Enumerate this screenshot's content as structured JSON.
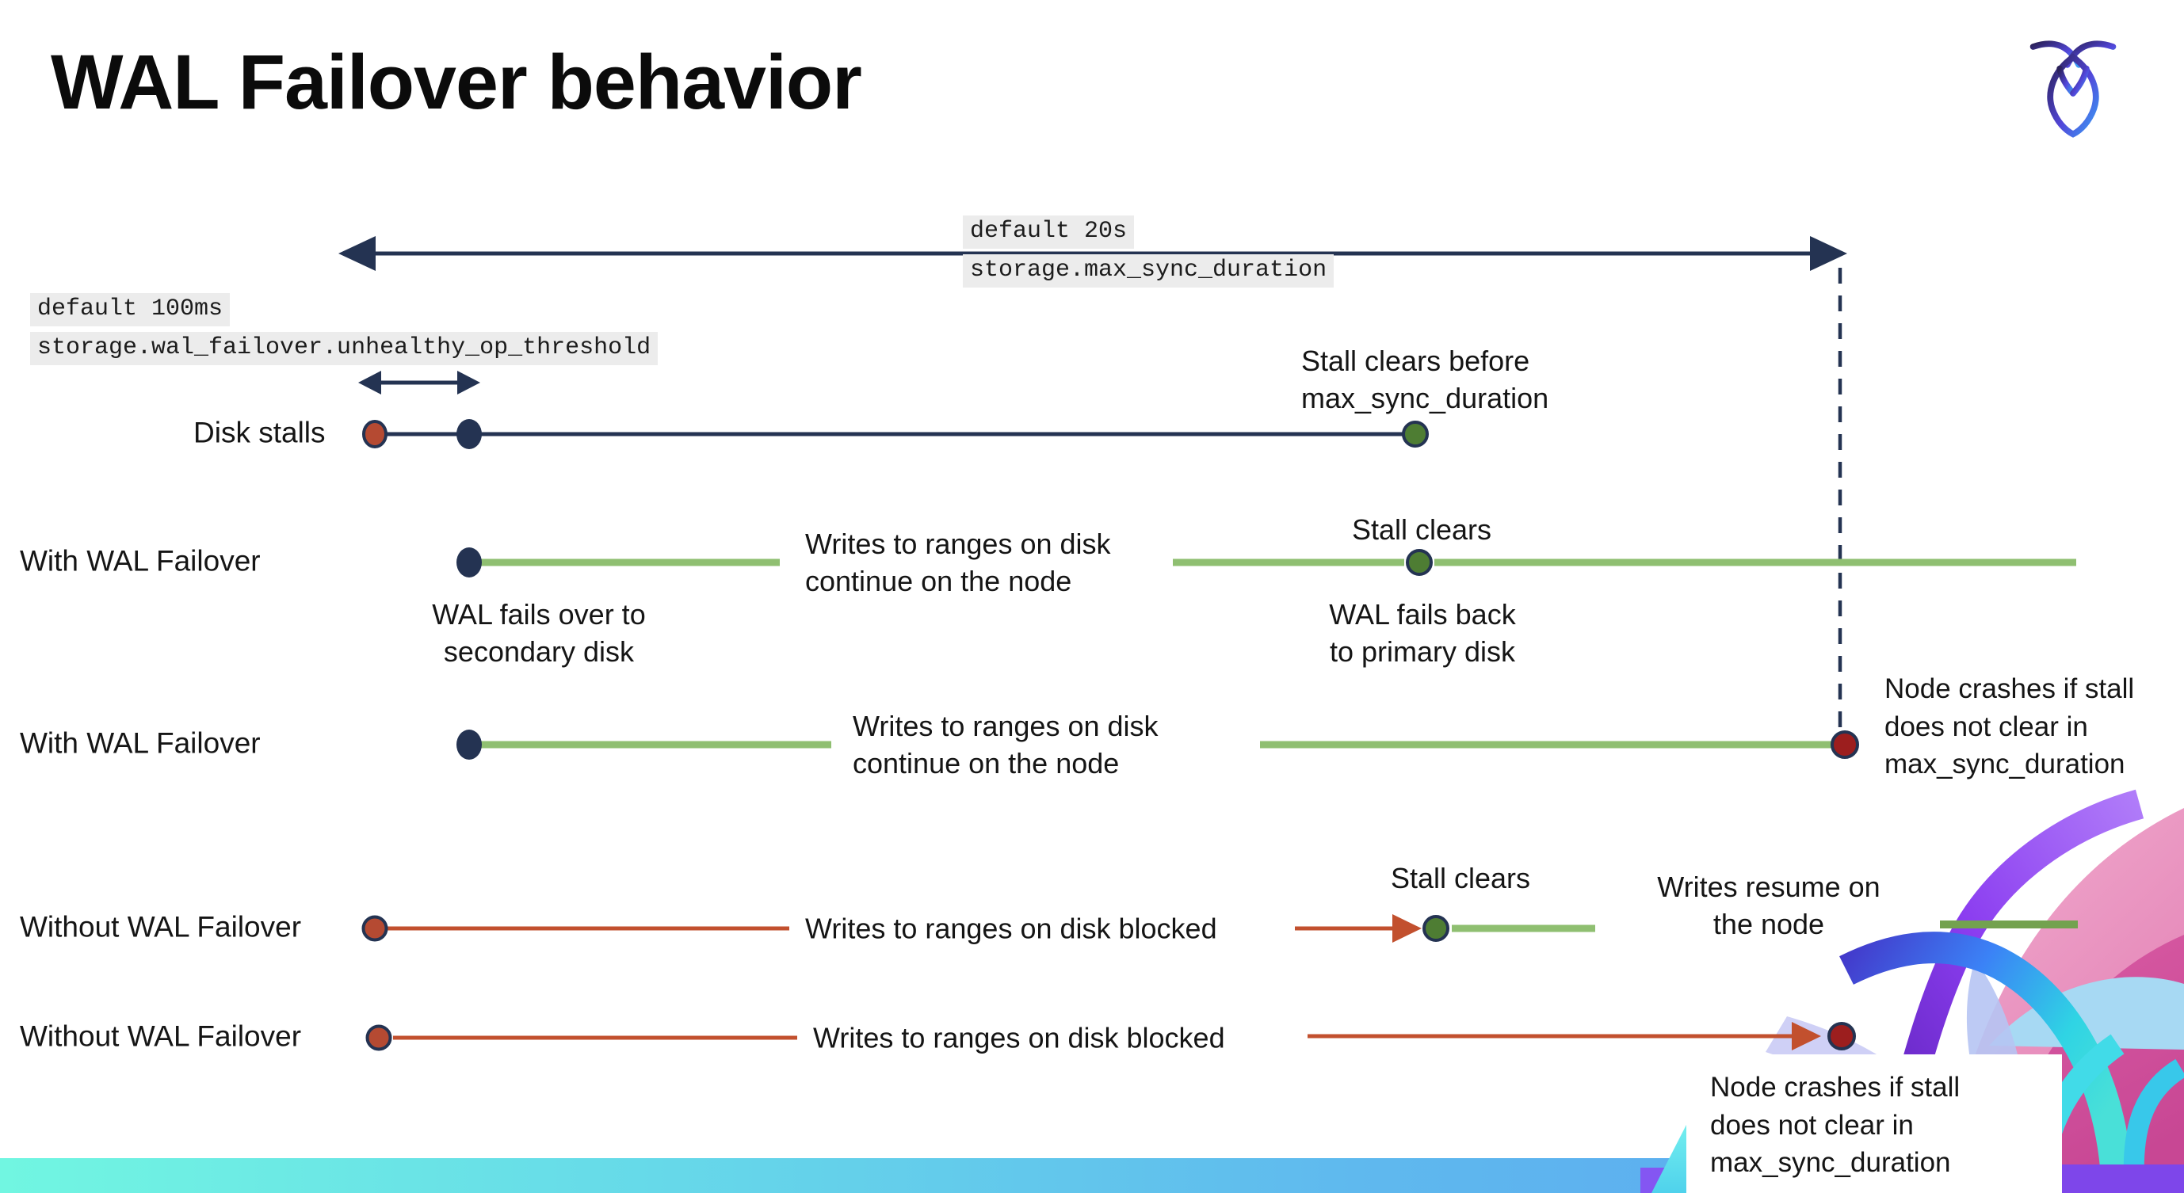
{
  "title": "WAL Failover behavior",
  "logo": "cockroachdb-logo-mark",
  "colors": {
    "navy": "#243352",
    "green_line": "#8fbf71",
    "green_dot": "#4e7d33",
    "red_line": "#c2502e",
    "red_dot": "#b54a32",
    "dark_red_dot": "#9c1e1e",
    "label_highlight": "#ececec",
    "bar_gradient_left": "#71f6e1",
    "bar_gradient_right": "#5aa2f1"
  },
  "config_labels": {
    "max_sync_default": "default 20s",
    "max_sync_setting": "storage.max_sync_duration",
    "threshold_default": "default 100ms",
    "threshold_setting": "storage.wal_failover.unhealthy_op_threshold"
  },
  "row_labels": {
    "disk_stalls": "Disk stalls",
    "with_wal_1": "With WAL Failover",
    "with_wal_2": "With WAL Failover",
    "without_wal_1": "Without WAL Failover",
    "without_wal_2": "Without WAL Failover"
  },
  "notes": {
    "stall_clears_before": "Stall clears before\nmax_sync_duration",
    "wal_fails_over": "WAL fails over to\nsecondary disk",
    "stall_clears_1": "Stall clears",
    "wal_fails_back": "WAL fails  back\nto primary disk",
    "writes_continue_1": "Writes to ranges on disk\ncontinue on the node",
    "writes_continue_2": "Writes to ranges on disk\ncontinue on the node",
    "node_crashes_1": "Node crashes if stall\ndoes not clear in\nmax_sync_duration",
    "writes_blocked_1": "Writes to ranges on disk  blocked",
    "stall_clears_2": "Stall clears",
    "writes_resume": "Writes resume on\nthe node",
    "writes_blocked_2": "Writes to ranges on disk  blocked",
    "node_crashes_2": "Node crashes if stall\ndoes not clear in\nmax_sync_duration"
  }
}
